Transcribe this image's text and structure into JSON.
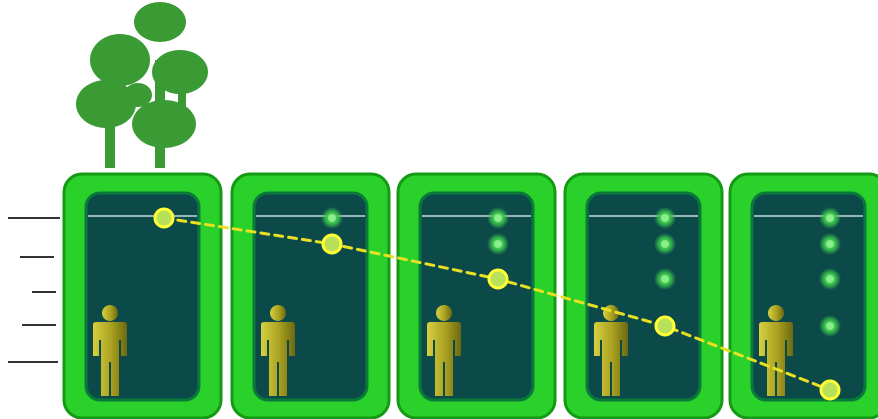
{
  "caption": "",
  "colors": {
    "tree": "#3a9b34",
    "card_outer": "#2ad12a",
    "card_outer_edge": "#149a14",
    "card_inner": "#0c4a4a",
    "card_inner_edge": "#0a7a3a",
    "reference_line": "#c8d8d8",
    "dot": "#39c24a",
    "highlight_ring": "#ffff33",
    "highlight_core": "#b8e05a",
    "trajectory": "#e8e020",
    "person": "#a8a020",
    "person_dark": "#6c6812",
    "tick": "#333333"
  },
  "diagram": {
    "panel_count": 5,
    "panels": [
      {
        "dots": [
          1
        ],
        "highlight": 1
      },
      {
        "dots": [
          1,
          2
        ],
        "highlight": 2
      },
      {
        "dots": [
          1,
          2,
          3
        ],
        "highlight": 3
      },
      {
        "dots": [
          1,
          2,
          3,
          4
        ],
        "highlight": 4
      },
      {
        "dots": [
          1,
          2,
          3,
          4,
          5
        ],
        "highlight": 5
      }
    ],
    "depth_levels": 5,
    "icons": [
      "tree-icon",
      "person-icon"
    ]
  }
}
